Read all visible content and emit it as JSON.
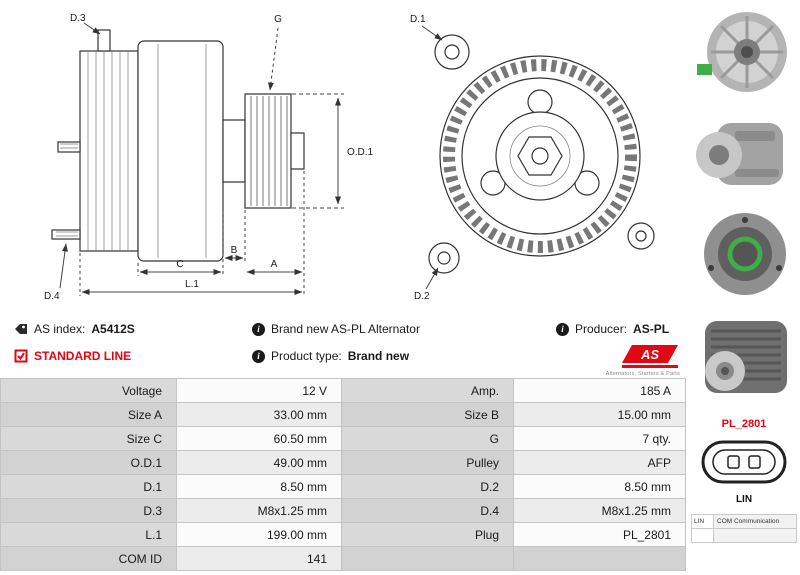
{
  "info": {
    "as_index_label": "AS index:",
    "as_index_value": "A5412S",
    "standard_line": "STANDARD LINE",
    "brand_new": "Brand new AS-PL Alternator",
    "product_type_label": "Product type:",
    "product_type_value": "Brand new",
    "producer_label": "Producer:",
    "producer_value": "AS-PL",
    "info_glyph": "i",
    "logo_text": "AS",
    "logo_subtext": "Alternators, Starters & Parts"
  },
  "diagram": {
    "side": {
      "d3": "D.3",
      "d4": "D.4",
      "g": "G",
      "od1": "O.D.1",
      "c": "C",
      "b": "B",
      "a": "A",
      "l1": "L.1"
    },
    "front": {
      "d1": "D.1",
      "d2": "D.2"
    }
  },
  "sidebar": {
    "plug_code": "PL_2801",
    "plug_label": "LIN",
    "com_code": "LIN",
    "com_desc": "COM Communication"
  },
  "table": {
    "rows": [
      {
        "l1": "Voltage",
        "v1": "12 V",
        "l2": "Amp.",
        "v2": "185 A"
      },
      {
        "l1": "Size A",
        "v1": "33.00 mm",
        "l2": "Size B",
        "v2": "15.00 mm"
      },
      {
        "l1": "Size C",
        "v1": "60.50 mm",
        "l2": "G",
        "v2": "7 qty."
      },
      {
        "l1": "O.D.1",
        "v1": "49.00 mm",
        "l2": "Pulley",
        "v2": "AFP"
      },
      {
        "l1": "D.1",
        "v1": "8.50 mm",
        "l2": "D.2",
        "v2": "8.50 mm"
      },
      {
        "l1": "D.3",
        "v1": "M8x1.25 mm",
        "l2": "D.4",
        "v2": "M8x1.25 mm"
      },
      {
        "l1": "L.1",
        "v1": "199.00 mm",
        "l2": "Plug",
        "v2": "PL_2801"
      },
      {
        "l1": "COM ID",
        "v1": "141",
        "l2": "",
        "v2": ""
      }
    ]
  },
  "colors": {
    "accent": "#e30613",
    "table_label_bg": "#d9d9d9"
  }
}
